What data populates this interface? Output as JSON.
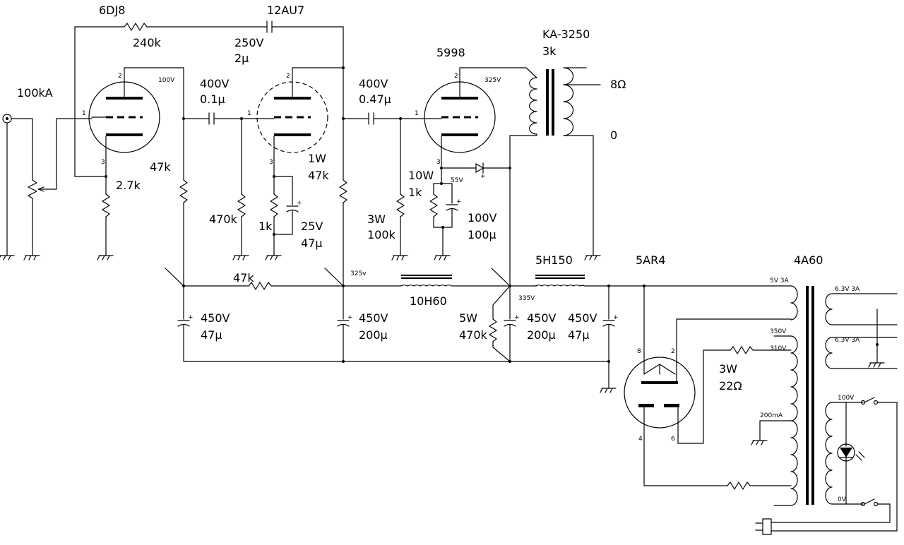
{
  "tubes": {
    "v1": "6DJ8",
    "v2": "12AU7",
    "v3": "5998",
    "rect": "5AR4"
  },
  "transformers": {
    "output_name": "KA-3250",
    "output_imp": "3k",
    "tap_8": "8Ω",
    "tap_0": "0",
    "power": "4A60"
  },
  "chokes": {
    "ch1": "10H60",
    "ch2": "5H150"
  },
  "components": {
    "vol": "100kA",
    "r_fb": "240k",
    "c_fb_v": "250V",
    "c_fb_c": "2μ",
    "c1_v": "400V",
    "c1_c": "0.1μ",
    "c2_v": "400V",
    "c2_c": "0.47μ",
    "r_k1": "2.7k",
    "r_p1": "47k",
    "r_g2": "470k",
    "r_k2": "1k",
    "c_k2_v": "25V",
    "c_k2_c": "47μ",
    "r_p2_w": "1W",
    "r_p2": "47k",
    "r_g3_w": "3W",
    "r_g3": "100k",
    "r_k3_w": "10W",
    "r_k3": "1k",
    "c_k3_v": "100V",
    "c_k3_c": "100μ",
    "r_dec": "47k",
    "c_f1_v": "450V",
    "c_f1_c": "47μ",
    "c_f2_v": "450V",
    "c_f2_c": "200μ",
    "r_bl_w": "5W",
    "r_bl": "470k",
    "c_f3_v": "450V",
    "c_f3_c": "200μ",
    "c_f4_v": "450V",
    "c_f4_c": "47μ",
    "r_hv_w": "3W",
    "r_hv": "22Ω"
  },
  "voltages": {
    "v1_plate": "100V",
    "b325": "325v",
    "v3_plate": "325V",
    "v3_cathode": "55V",
    "b335": "335V",
    "w5v": "5V 3A",
    "w63a": "6.3V 3A",
    "w63b": "6.3V 3A",
    "w350": "350V",
    "w310": "310V",
    "w200ma": "200mA",
    "w100v": "100V",
    "w0v": "0V"
  },
  "pins": {
    "v1_p": "2",
    "v1_g": "1",
    "v1_k": "3",
    "v2_p": "2",
    "v2_g": "1",
    "v2_k": "3",
    "v3_p": "2",
    "v3_g": "1",
    "v3_k": "3",
    "r_8": "8",
    "r_2": "2",
    "r_4": "4",
    "r_6": "6"
  }
}
